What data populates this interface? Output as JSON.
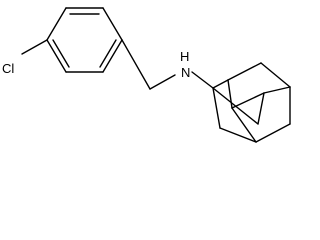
{
  "molecule": {
    "atom_labels": {
      "chlorine": "Cl",
      "amine": "N",
      "hydrogen": "H"
    },
    "line_color": "#000000",
    "background": "#ffffff"
  }
}
